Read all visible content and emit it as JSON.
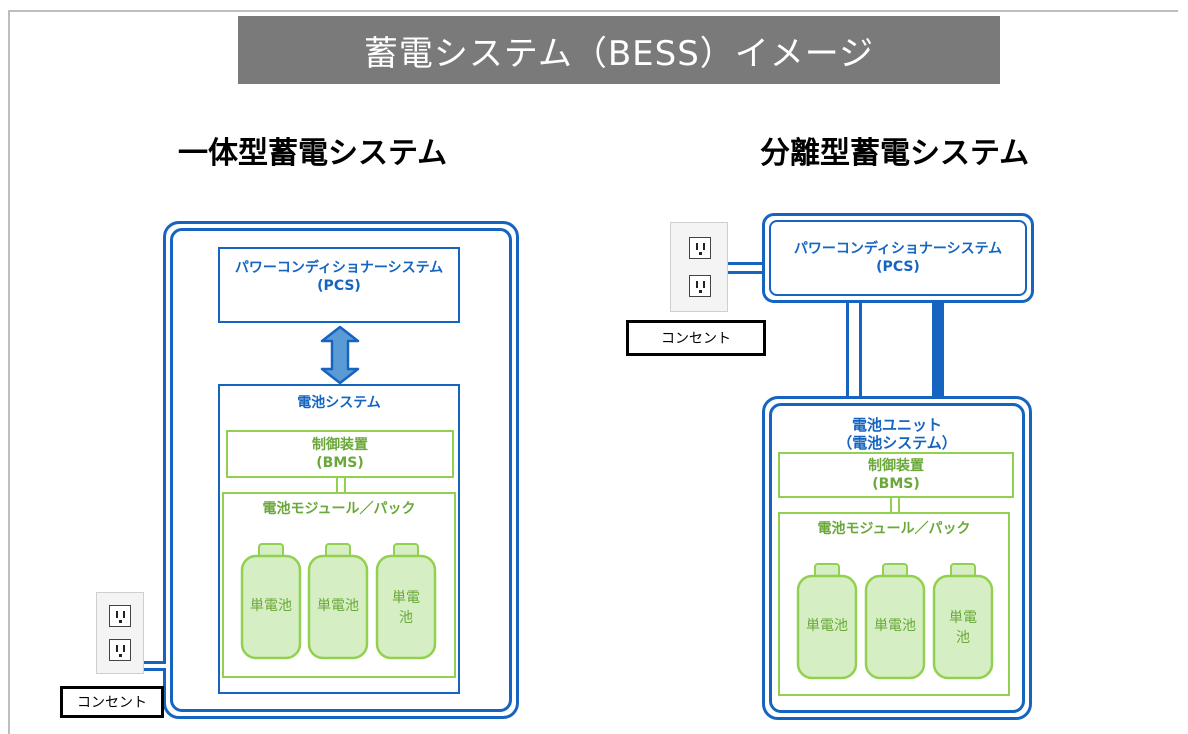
{
  "title": "蓄電システム（BESS）イメージ",
  "left": {
    "heading": "一体型蓄電システム",
    "pcs_line1": "パワーコンディショナーシステム",
    "pcs_line2": "(PCS)",
    "battery_system": "電池システム",
    "bms_line1": "制御装置",
    "bms_line2": "(BMS)",
    "module": "電池モジュール／パック",
    "cells": [
      "単電池",
      "単電池",
      "単電\n池"
    ],
    "outlet": "コンセント"
  },
  "right": {
    "heading": "分離型蓄電システム",
    "pcs_line1": "パワーコンディショナーシステム",
    "pcs_line2": "(PCS)",
    "unit_line1": "電池ユニット",
    "unit_line2": "（電池システム）",
    "bms_line1": "制御装置",
    "bms_line2": "(BMS)",
    "module": "電池モジュール／パック",
    "cells": [
      "単電池",
      "単電池",
      "単電\n池"
    ],
    "outlet": "コンセント"
  },
  "colors": {
    "banner": "#7a7a7a",
    "blue": "#1565c0",
    "arrow_fill": "#5b9bd5",
    "green": "#92d050",
    "cell_fill": "#d6eec3"
  }
}
